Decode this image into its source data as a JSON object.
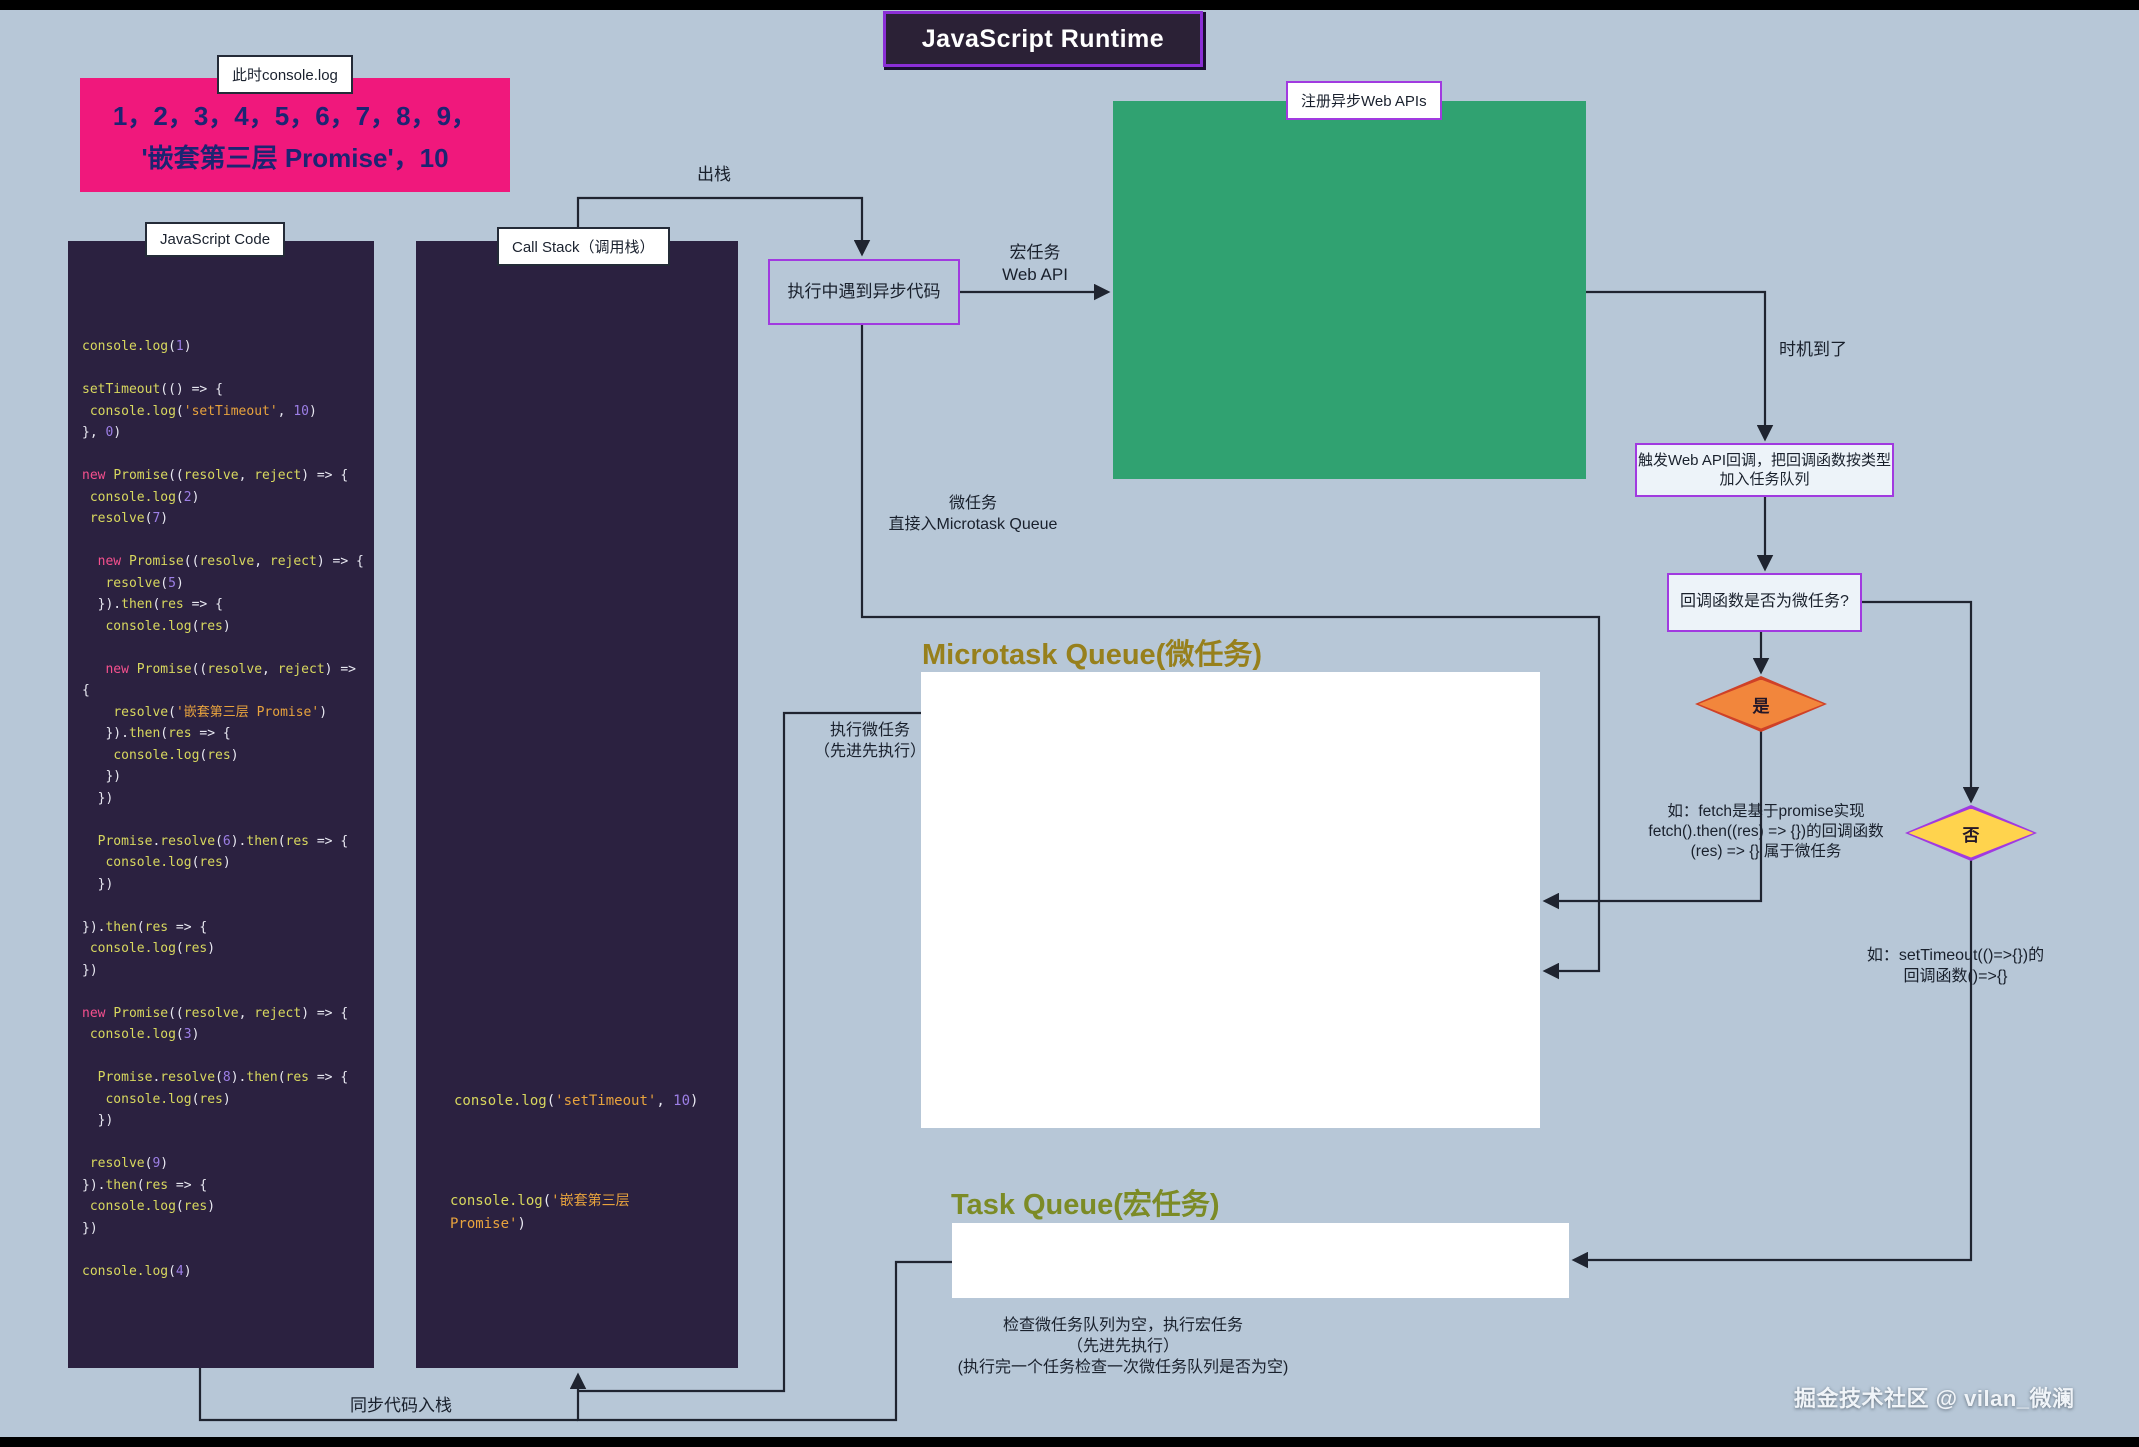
{
  "header": {
    "title": "JavaScript Runtime"
  },
  "colors": {
    "page_bg": "#b7c7d7",
    "panel_bg": "#2b2140",
    "pink": "#f0187c",
    "green": "#30a271",
    "purple_border": "#a13ae0",
    "title_purple": "#8b2fd6",
    "orange_fill": "#f2863c",
    "orange_border": "#cf4127",
    "yellow_fill": "#ffd34d",
    "ink": "#19202c",
    "line": "#1f2430",
    "micro_title": "#97801c",
    "task_title": "#7c8b26",
    "code_fn": "#d8d85e",
    "code_kw": "#f6508e",
    "code_str": "#e8a33d",
    "code_num": "#9d7fe6",
    "code_plain": "#e9e9f2"
  },
  "output_box": {
    "tag": "此时console.log",
    "line1": "1，2，3，4，5，6，7，8，9，",
    "line2": "'嵌套第三层 Promise'，10"
  },
  "code_panel": {
    "label": "JavaScript Code",
    "lines": [
      [
        [
          "f",
          "console.log"
        ],
        [
          "p",
          "("
        ],
        [
          "n",
          "1"
        ],
        [
          "p",
          ")"
        ]
      ],
      [],
      [
        [
          "f",
          "setTimeout"
        ],
        [
          "p",
          "(() => {"
        ]
      ],
      [
        [
          "p",
          " "
        ],
        [
          "f",
          "console.log"
        ],
        [
          "p",
          "("
        ],
        [
          "s",
          "'setTimeout'"
        ],
        [
          "p",
          ", "
        ],
        [
          "n",
          "10"
        ],
        [
          "p",
          ")"
        ]
      ],
      [
        [
          "p",
          "}, "
        ],
        [
          "n",
          "0"
        ],
        [
          "p",
          ")"
        ]
      ],
      [],
      [
        [
          "k",
          "new"
        ],
        [
          "p",
          " "
        ],
        [
          "f",
          "Promise"
        ],
        [
          "p",
          "(("
        ],
        [
          "f",
          "resolve"
        ],
        [
          "p",
          ", "
        ],
        [
          "f",
          "reject"
        ],
        [
          "p",
          ") => {"
        ]
      ],
      [
        [
          "p",
          " "
        ],
        [
          "f",
          "console.log"
        ],
        [
          "p",
          "("
        ],
        [
          "n",
          "2"
        ],
        [
          "p",
          ")"
        ]
      ],
      [
        [
          "p",
          " "
        ],
        [
          "f",
          "resolve"
        ],
        [
          "p",
          "("
        ],
        [
          "n",
          "7"
        ],
        [
          "p",
          ")"
        ]
      ],
      [],
      [
        [
          "p",
          "  "
        ],
        [
          "k",
          "new"
        ],
        [
          "p",
          " "
        ],
        [
          "f",
          "Promise"
        ],
        [
          "p",
          "(("
        ],
        [
          "f",
          "resolve"
        ],
        [
          "p",
          ", "
        ],
        [
          "f",
          "reject"
        ],
        [
          "p",
          ") => {"
        ]
      ],
      [
        [
          "p",
          "   "
        ],
        [
          "f",
          "resolve"
        ],
        [
          "p",
          "("
        ],
        [
          "n",
          "5"
        ],
        [
          "p",
          ")"
        ]
      ],
      [
        [
          "p",
          "  })."
        ],
        [
          "f",
          "then"
        ],
        [
          "p",
          "("
        ],
        [
          "f",
          "res"
        ],
        [
          "p",
          " => {"
        ]
      ],
      [
        [
          "p",
          "   "
        ],
        [
          "f",
          "console.log"
        ],
        [
          "p",
          "("
        ],
        [
          "f",
          "res"
        ],
        [
          "p",
          ")"
        ]
      ],
      [],
      [
        [
          "p",
          "   "
        ],
        [
          "k",
          "new"
        ],
        [
          "p",
          " "
        ],
        [
          "f",
          "Promise"
        ],
        [
          "p",
          "(("
        ],
        [
          "f",
          "resolve"
        ],
        [
          "p",
          ", "
        ],
        [
          "f",
          "reject"
        ],
        [
          "p",
          ") =>"
        ]
      ],
      [
        [
          "p",
          "{"
        ]
      ],
      [
        [
          "p",
          "    "
        ],
        [
          "f",
          "resolve"
        ],
        [
          "p",
          "("
        ],
        [
          "s",
          "'嵌套第三层 Promise'"
        ],
        [
          "p",
          ")"
        ]
      ],
      [
        [
          "p",
          "   })."
        ],
        [
          "f",
          "then"
        ],
        [
          "p",
          "("
        ],
        [
          "f",
          "res"
        ],
        [
          "p",
          " => {"
        ]
      ],
      [
        [
          "p",
          "    "
        ],
        [
          "f",
          "console.log"
        ],
        [
          "p",
          "("
        ],
        [
          "f",
          "res"
        ],
        [
          "p",
          ")"
        ]
      ],
      [
        [
          "p",
          "   })"
        ]
      ],
      [
        [
          "p",
          "  })"
        ]
      ],
      [],
      [
        [
          "p",
          "  "
        ],
        [
          "f",
          "Promise"
        ],
        [
          "p",
          "."
        ],
        [
          "f",
          "resolve"
        ],
        [
          "p",
          "("
        ],
        [
          "n",
          "6"
        ],
        [
          "p",
          ")."
        ],
        [
          "f",
          "then"
        ],
        [
          "p",
          "("
        ],
        [
          "f",
          "res"
        ],
        [
          "p",
          " => {"
        ]
      ],
      [
        [
          "p",
          "   "
        ],
        [
          "f",
          "console.log"
        ],
        [
          "p",
          "("
        ],
        [
          "f",
          "res"
        ],
        [
          "p",
          ")"
        ]
      ],
      [
        [
          "p",
          "  })"
        ]
      ],
      [],
      [
        [
          "p",
          "})."
        ],
        [
          "f",
          "then"
        ],
        [
          "p",
          "("
        ],
        [
          "f",
          "res"
        ],
        [
          "p",
          " => {"
        ]
      ],
      [
        [
          "p",
          " "
        ],
        [
          "f",
          "console.log"
        ],
        [
          "p",
          "("
        ],
        [
          "f",
          "res"
        ],
        [
          "p",
          ")"
        ]
      ],
      [
        [
          "p",
          "})"
        ]
      ],
      [],
      [
        [
          "k",
          "new"
        ],
        [
          "p",
          " "
        ],
        [
          "f",
          "Promise"
        ],
        [
          "p",
          "(("
        ],
        [
          "f",
          "resolve"
        ],
        [
          "p",
          ", "
        ],
        [
          "f",
          "reject"
        ],
        [
          "p",
          ") => {"
        ]
      ],
      [
        [
          "p",
          " "
        ],
        [
          "f",
          "console.log"
        ],
        [
          "p",
          "("
        ],
        [
          "n",
          "3"
        ],
        [
          "p",
          ")"
        ]
      ],
      [],
      [
        [
          "p",
          "  "
        ],
        [
          "f",
          "Promise"
        ],
        [
          "p",
          "."
        ],
        [
          "f",
          "resolve"
        ],
        [
          "p",
          "("
        ],
        [
          "n",
          "8"
        ],
        [
          "p",
          ")."
        ],
        [
          "f",
          "then"
        ],
        [
          "p",
          "("
        ],
        [
          "f",
          "res"
        ],
        [
          "p",
          " => {"
        ]
      ],
      [
        [
          "p",
          "   "
        ],
        [
          "f",
          "console.log"
        ],
        [
          "p",
          "("
        ],
        [
          "f",
          "res"
        ],
        [
          "p",
          ")"
        ]
      ],
      [
        [
          "p",
          "  })"
        ]
      ],
      [],
      [
        [
          "p",
          " "
        ],
        [
          "f",
          "resolve"
        ],
        [
          "p",
          "("
        ],
        [
          "n",
          "9"
        ],
        [
          "p",
          ")"
        ]
      ],
      [
        [
          "p",
          "})."
        ],
        [
          "f",
          "then"
        ],
        [
          "p",
          "("
        ],
        [
          "f",
          "res"
        ],
        [
          "p",
          " => {"
        ]
      ],
      [
        [
          "p",
          " "
        ],
        [
          "f",
          "console.log"
        ],
        [
          "p",
          "("
        ],
        [
          "f",
          "res"
        ],
        [
          "p",
          ")"
        ]
      ],
      [
        [
          "p",
          "})"
        ]
      ],
      [],
      [
        [
          "f",
          "console.log"
        ],
        [
          "p",
          "("
        ],
        [
          "n",
          "4"
        ],
        [
          "p",
          ")"
        ]
      ]
    ]
  },
  "call_stack": {
    "label": "Call Stack（调用栈）",
    "frame1": [
      [
        [
          "f",
          "console.log"
        ],
        [
          "p",
          "("
        ],
        [
          "s",
          "'setTimeout'"
        ],
        [
          "p",
          ", "
        ],
        [
          "n",
          "10"
        ],
        [
          "p",
          ")"
        ]
      ]
    ],
    "frame2": [
      [
        [
          "f",
          "console.log"
        ],
        [
          "p",
          "("
        ],
        [
          "s",
          "'嵌套第三层"
        ]
      ],
      [
        [
          "s",
          "Promise'"
        ],
        [
          "p",
          ")"
        ]
      ]
    ]
  },
  "web_api": {
    "label": "注册异步Web APIs"
  },
  "flow": {
    "pop": "出栈",
    "macro_webapi": "宏任务\nWeb API",
    "encounter_async": "执行中遇到异步代码",
    "timing": "时机到了",
    "trigger": "触发Web API回调，把回调函数按类型\n加入任务队列",
    "is_micro": "回调函数是否为微任务?",
    "yes": "是",
    "no": "否",
    "micro_direct": "微任务\n直接入Microtask Queue",
    "fetch_note": "如：fetch是基于promise实现\nfetch().then((res) => {})的回调函数\n(res) => {} 属于微任务",
    "settimeout_note": "如：setTimeout(()=>{})的\n回调函数()=>{}",
    "exec_micro": "执行微任务\n（先进先执行）",
    "check_macro": "检查微任务队列为空，执行宏任务\n（先进先执行）\n(执行完一个任务检查一次微任务队列是否为空)",
    "sync_push": "同步代码入栈"
  },
  "queues": {
    "micro_title": "Microtask Queue(微任务)",
    "task_title": "Task Queue(宏任务)"
  },
  "watermark": "掘金技术社区 @ vilan_微澜"
}
